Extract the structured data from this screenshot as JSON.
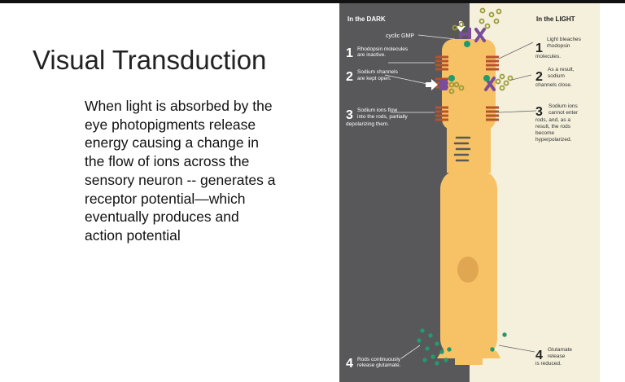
{
  "slide": {
    "title": "Visual Transduction",
    "body": "When light is absorbed by the eye photopigments release energy causing a change in the flow of ions across the sensory neuron -- generates a receptor potential—which eventually produces and action potential"
  },
  "figure": {
    "dark_header": "In the DARK",
    "light_header": "In the LIGHT",
    "cyclic_gmp": "cyclic GMP",
    "dark_steps": [
      {
        "num": "1",
        "line1": "Rhodopsin molecules",
        "line2": "are inactive.",
        "line3": ""
      },
      {
        "num": "2",
        "line1": "Sodium channels",
        "line2": "are kept open.",
        "line3": ""
      },
      {
        "num": "3",
        "line1": "Sodium ions flow",
        "line2": "into the rods, partially",
        "line3": "depolarizing them."
      },
      {
        "num": "4",
        "line1": "Rods continuously",
        "line2": "release glutamate.",
        "line3": ""
      }
    ],
    "light_steps": [
      {
        "num": "1",
        "lines": [
          "Light bleaches",
          "rhodopsin",
          "molecules."
        ]
      },
      {
        "num": "2",
        "lines": [
          "As a result,",
          "sodium",
          "channels close."
        ]
      },
      {
        "num": "3",
        "lines": [
          "Sodium ions",
          "cannot enter",
          "rods, and, as a",
          "result, the rods",
          "become",
          "hyperpolarized."
        ]
      },
      {
        "num": "4",
        "lines": [
          "Glutamate",
          "release",
          "is reduced."
        ]
      }
    ],
    "colors": {
      "dark_bg": "#58585a",
      "light_bg": "#f4f0dc",
      "cell": "#f7c265",
      "disc": "#b5532c",
      "sodium": "#9c9a3a",
      "glutamate": "#1f9b6e",
      "gmp": "#7a4d9a"
    }
  }
}
